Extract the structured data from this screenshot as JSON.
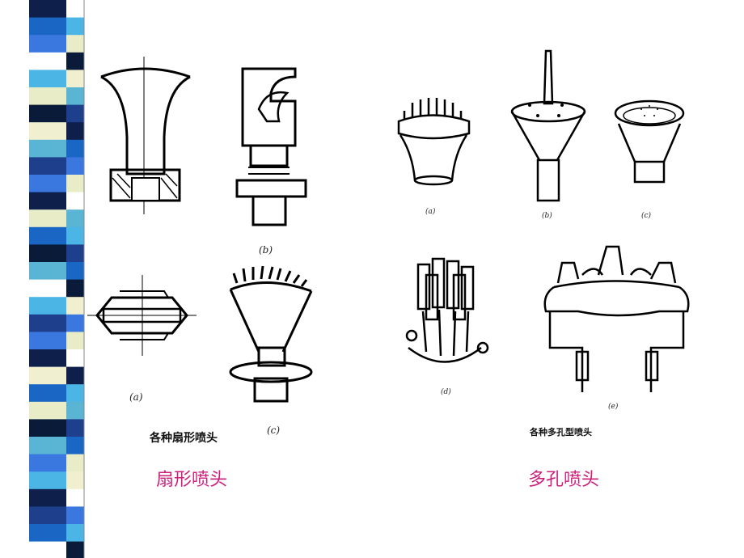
{
  "sidebar": {
    "stripe_colors": [
      "#0d1f4a",
      "#1a66c4",
      "#3a78e0",
      "#ffffff",
      "#4bb5e6",
      "#e8edc8",
      "#0a1b3a",
      "#f0f0d0",
      "#5ab4d4",
      "#1e3f8c"
    ]
  },
  "fan_section": {
    "caption": "各种扇形喷头",
    "label_a": "(a)",
    "label_b": "(b)",
    "label_c": "(c)",
    "title": "扇形喷头"
  },
  "multi_section": {
    "caption": "各种多孔型喷头",
    "label_a": "(a)",
    "label_b": "(b)",
    "label_c": "(c)",
    "label_d": "(d)",
    "label_e": "(e)",
    "title": "多孔喷头"
  }
}
